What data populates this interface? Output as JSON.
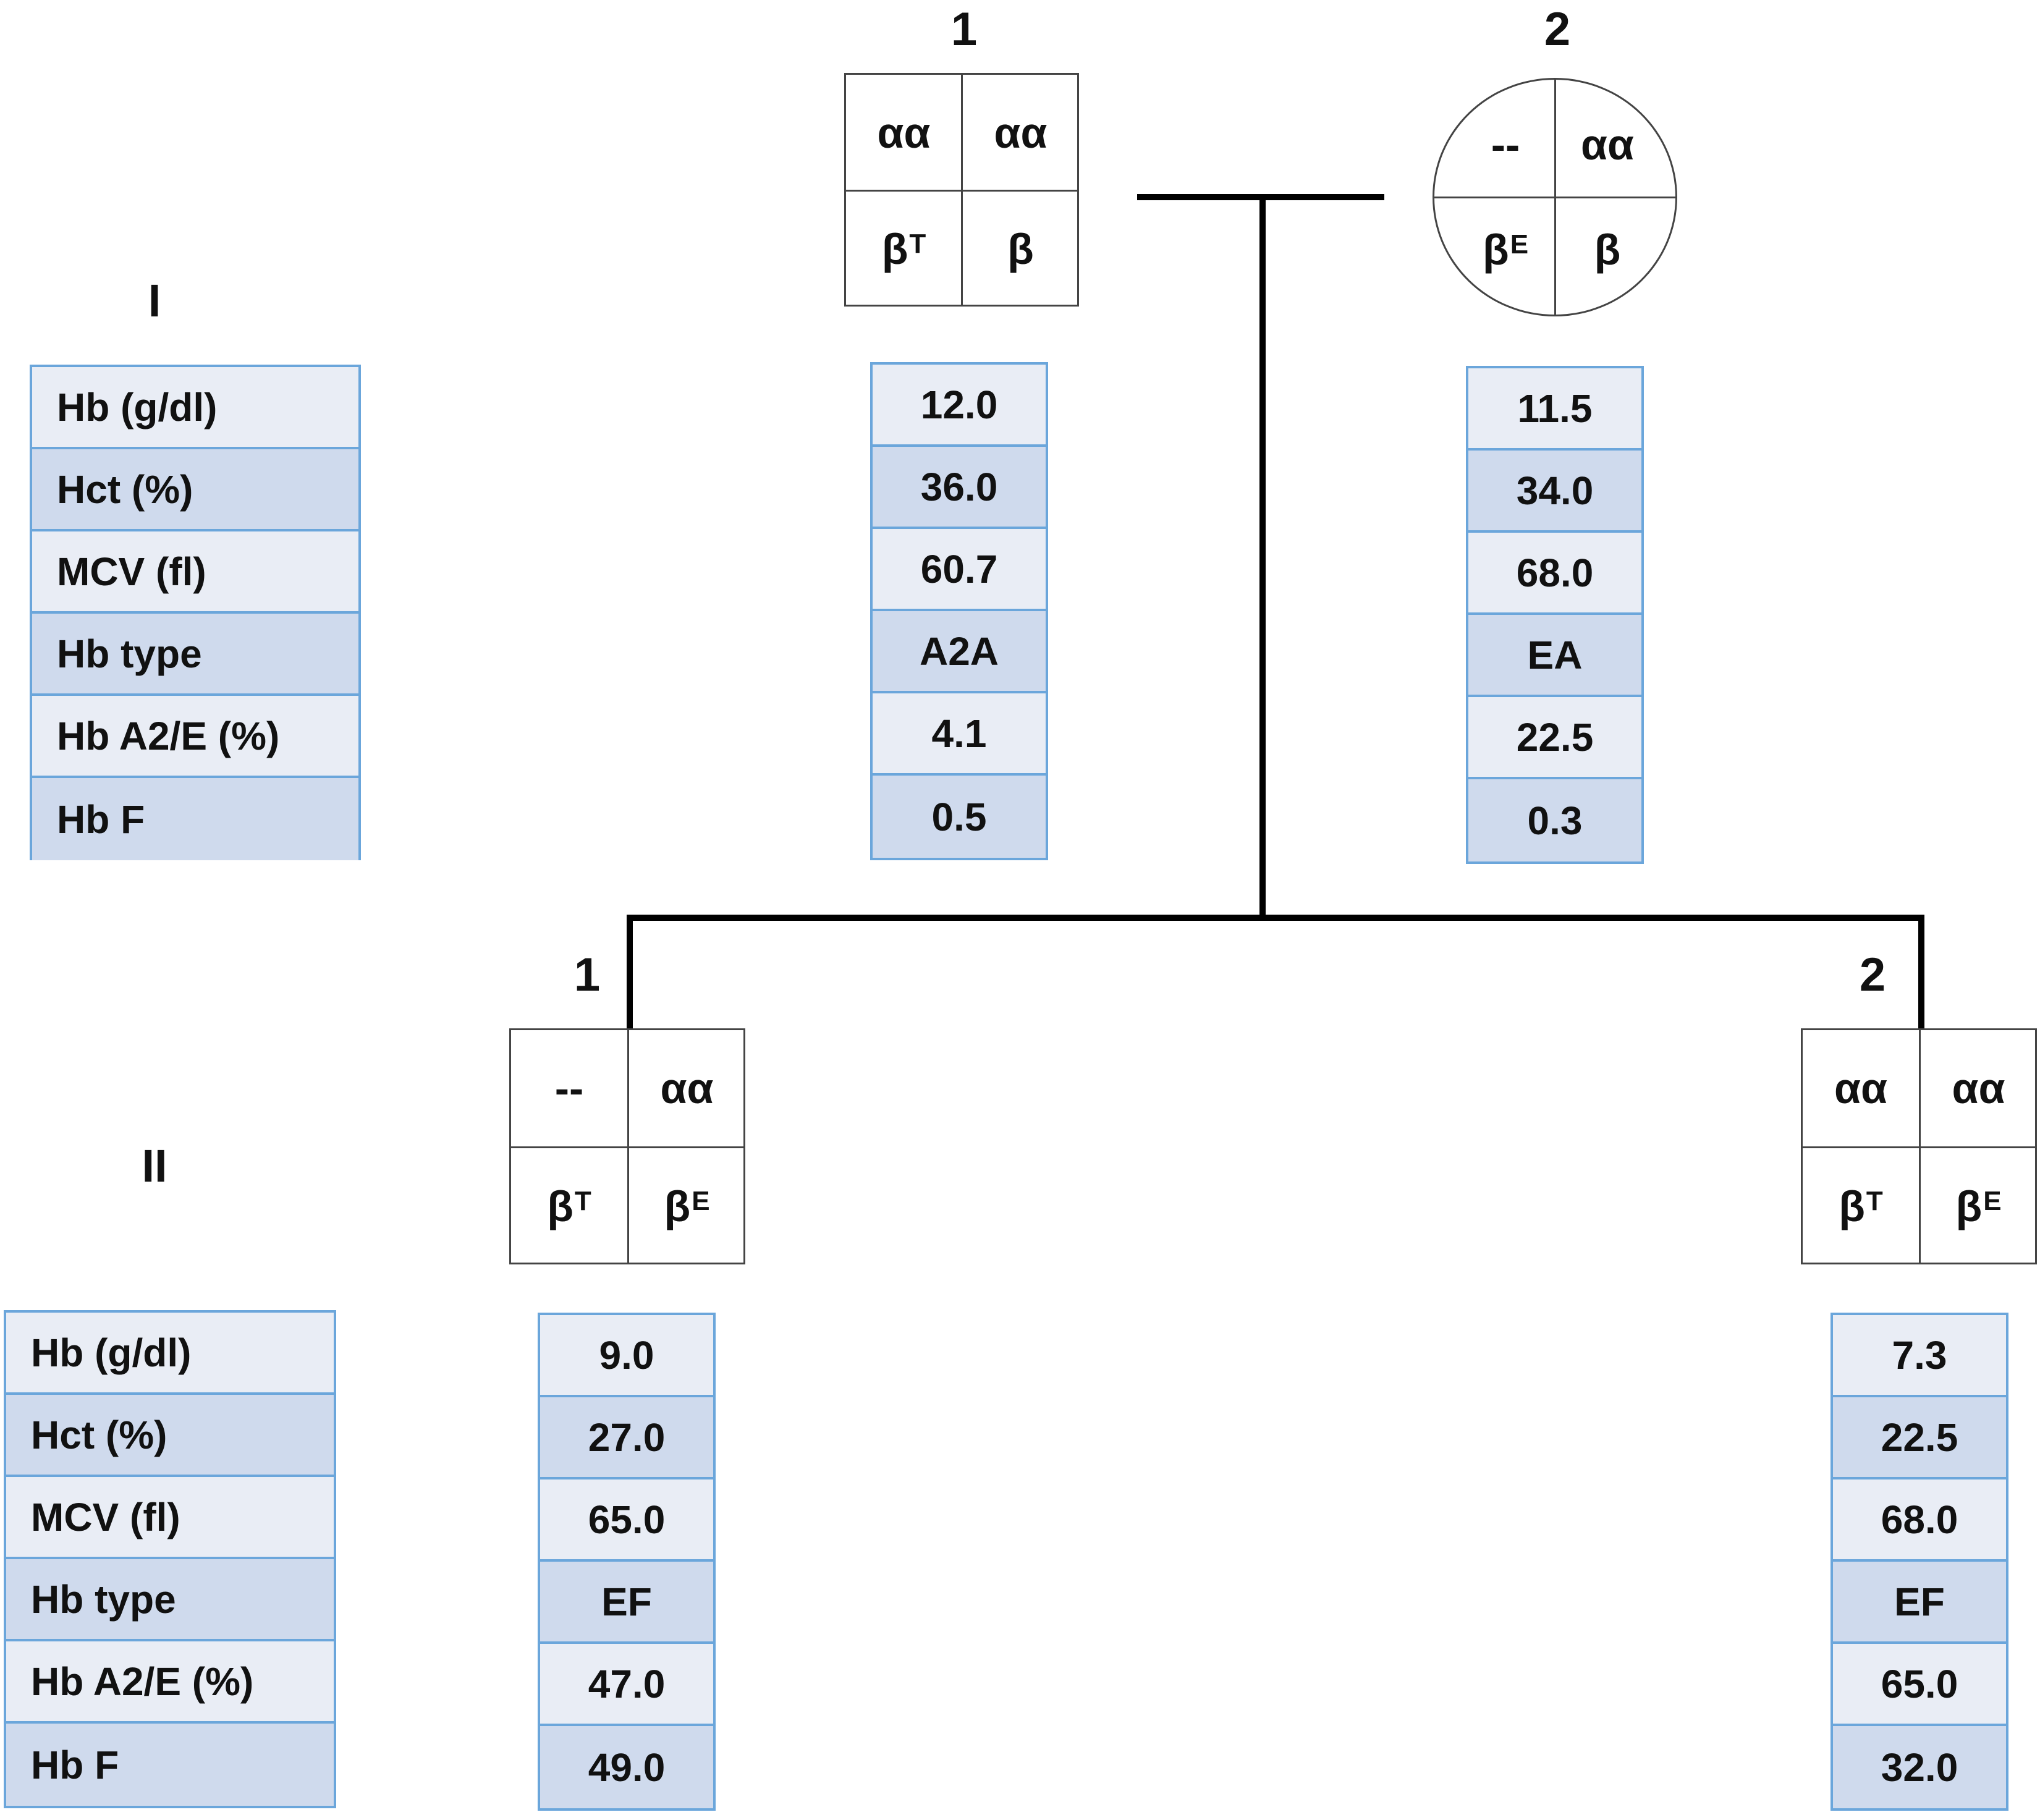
{
  "generations": {
    "I": {
      "label": "I"
    },
    "II": {
      "label": "II"
    }
  },
  "row_labels": [
    "Hb (g/dl)",
    "Hct (%)",
    "MCV (fl)",
    "Hb type",
    "Hb A2/E (%)",
    "Hb F"
  ],
  "individuals": {
    "I1": {
      "number": "1",
      "genotype": {
        "tl": "αα",
        "tr": "αα",
        "bl": "β",
        "bl_sup": "T",
        "br": "β",
        "br_sup": ""
      },
      "values": [
        "12.0",
        "36.0",
        "60.7",
        "A2A",
        "4.1",
        "0.5"
      ]
    },
    "I2": {
      "number": "2",
      "genotype": {
        "tl": "--",
        "tr": "αα",
        "bl": "β",
        "bl_sup": "E",
        "br": "β",
        "br_sup": ""
      },
      "values": [
        "11.5",
        "34.0",
        "68.0",
        "EA",
        "22.5",
        "0.3"
      ]
    },
    "II1": {
      "number": "1",
      "genotype": {
        "tl": "--",
        "tr": "αα",
        "bl": "β",
        "bl_sup": "T",
        "br": "β",
        "br_sup": "E"
      },
      "values": [
        "9.0",
        "27.0",
        "65.0",
        "EF",
        "47.0",
        "49.0"
      ]
    },
    "II2": {
      "number": "2",
      "genotype": {
        "tl": "αα",
        "tr": "αα",
        "bl": "β",
        "bl_sup": "T",
        "br": "β",
        "br_sup": "E"
      },
      "values": [
        "7.3",
        "22.5",
        "68.0",
        "EF",
        "65.0",
        "32.0"
      ]
    }
  },
  "colors": {
    "table_border": "#6ba6db",
    "row_light": "#e9edf5",
    "row_dark": "#cfdaed",
    "line": "#000000"
  }
}
